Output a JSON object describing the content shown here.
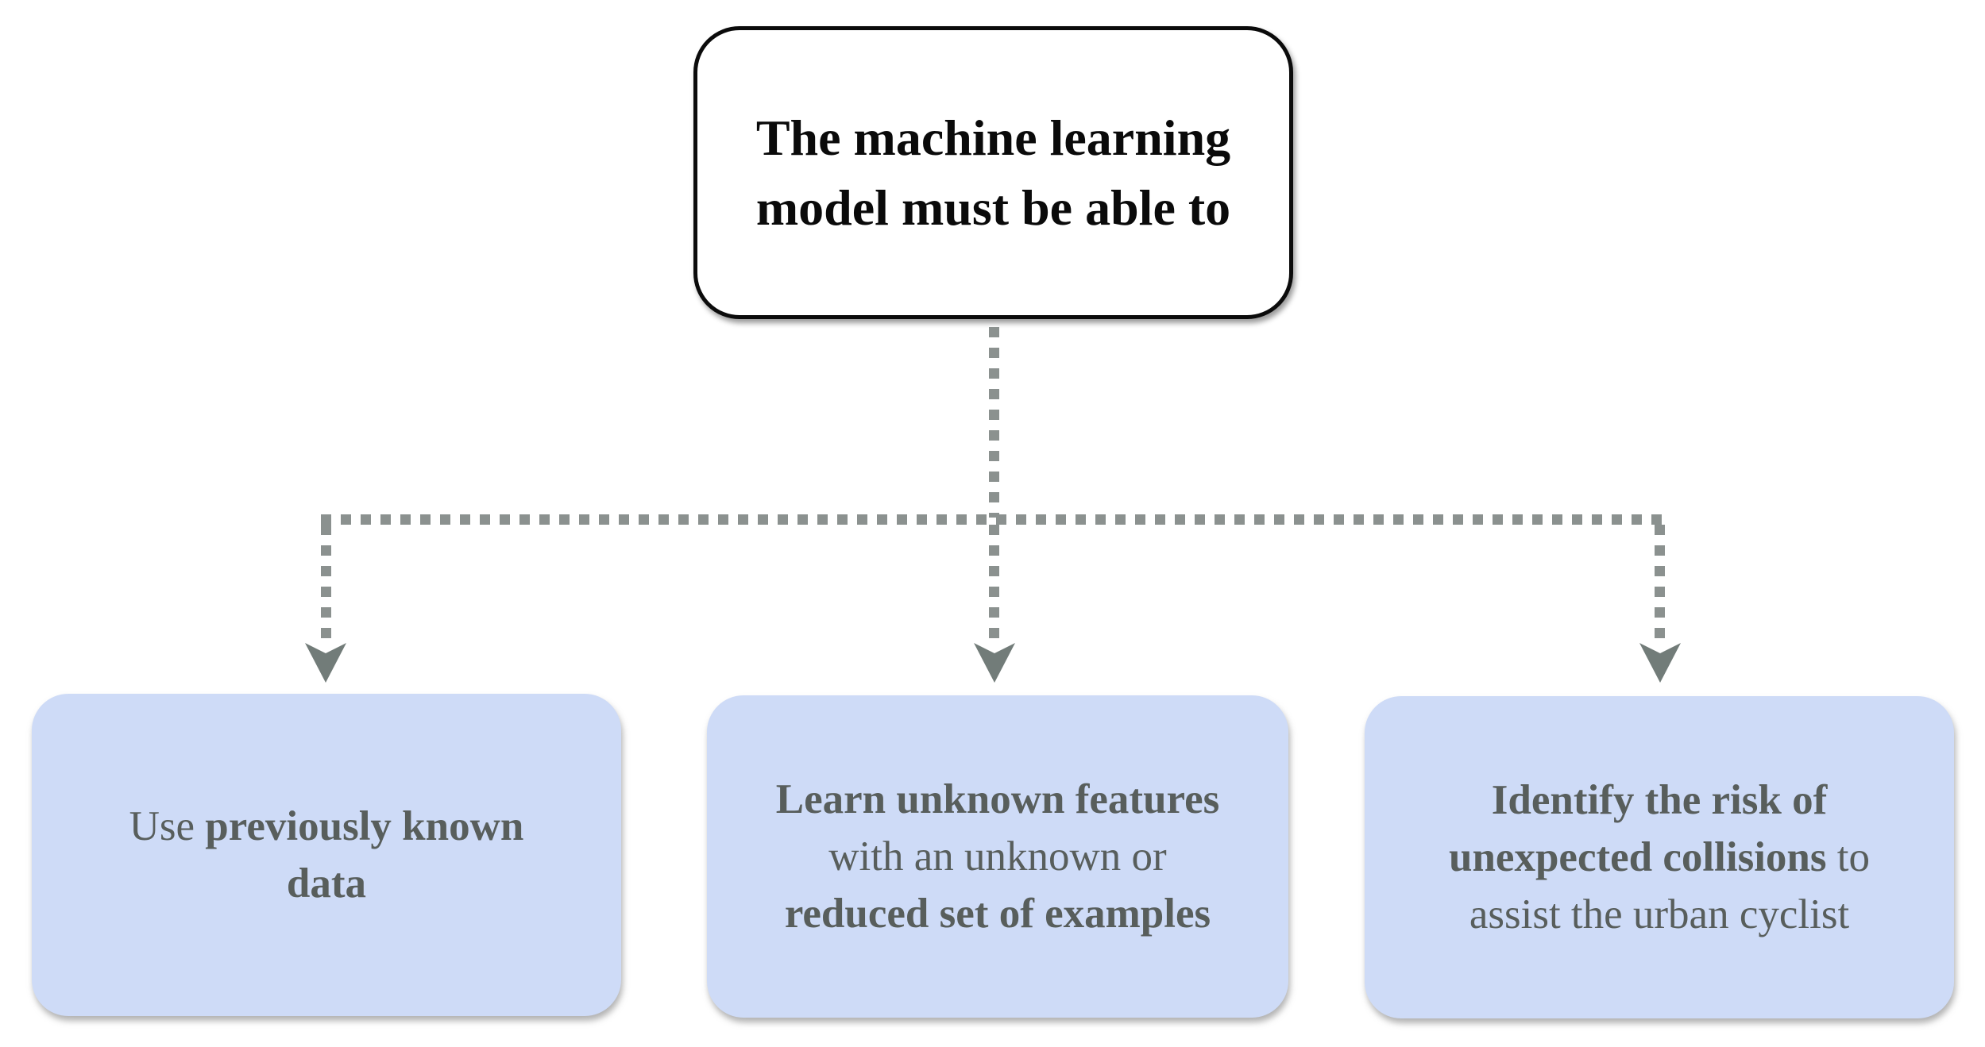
{
  "diagram": {
    "title": "machine learning model requirements flowchart",
    "colors": {
      "root_box_bg": "#ffffff",
      "root_box_border": "#0b0b0b",
      "root_text": "#0a0a0a",
      "leaf_box_bg": "#cedbf7",
      "leaf_text": "#585e5c",
      "dashed_line": "#8b918f",
      "arrowhead": "#727c79"
    },
    "root": {
      "name": "root-node",
      "lines": [
        "The machine learning",
        "model must be able to"
      ]
    },
    "children": [
      {
        "name": "use-previously-known-data",
        "lines": [
          {
            "segments": [
              {
                "text": "Use ",
                "bold": false
              },
              {
                "text": "previously known",
                "bold": true
              }
            ]
          },
          {
            "segments": [
              {
                "text": "data",
                "bold": true
              }
            ]
          }
        ]
      },
      {
        "name": "learn-unknown-features",
        "lines": [
          {
            "segments": [
              {
                "text": "Learn unknown features",
                "bold": true
              }
            ]
          },
          {
            "segments": [
              {
                "text": "with an unknown or",
                "bold": false
              }
            ]
          },
          {
            "segments": [
              {
                "text": "reduced set of examples",
                "bold": true
              }
            ]
          }
        ]
      },
      {
        "name": "identify-collision-risk",
        "lines": [
          {
            "segments": [
              {
                "text": "Identify the risk of",
                "bold": true
              }
            ]
          },
          {
            "segments": [
              {
                "text": "unexpected collisions",
                "bold": true
              },
              {
                "text": " to",
                "bold": false
              }
            ]
          },
          {
            "segments": [
              {
                "text": "assist the urban cyclist",
                "bold": false
              }
            ]
          }
        ]
      }
    ]
  }
}
